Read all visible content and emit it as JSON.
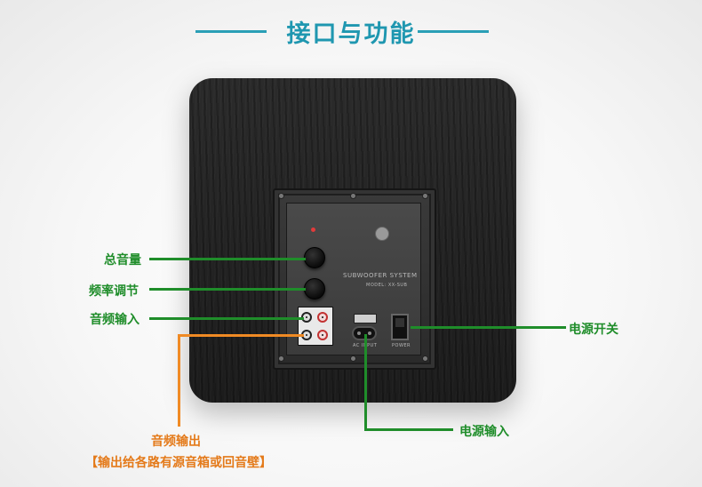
{
  "title": "接口与功能",
  "colors": {
    "title": "#1f97b0",
    "callout_green": "#1f8d2a",
    "callout_orange": "#e47a1a",
    "cabinet": "#1f1f1f"
  },
  "panel": {
    "brand_text": "SUBWOOFER SYSTEM",
    "model_text": "MODEL: XX-SUB",
    "power_text": "POWER",
    "ac_text": "AC INPUT"
  },
  "callouts": {
    "volume": "总音量",
    "frequency": "频率调节",
    "audio_in": "音频输入",
    "power_switch": "电源开关",
    "power_in": "电源输入",
    "audio_out": "音频输出",
    "audio_out_note": "【输出给各路有源音箱或回音壁】"
  }
}
